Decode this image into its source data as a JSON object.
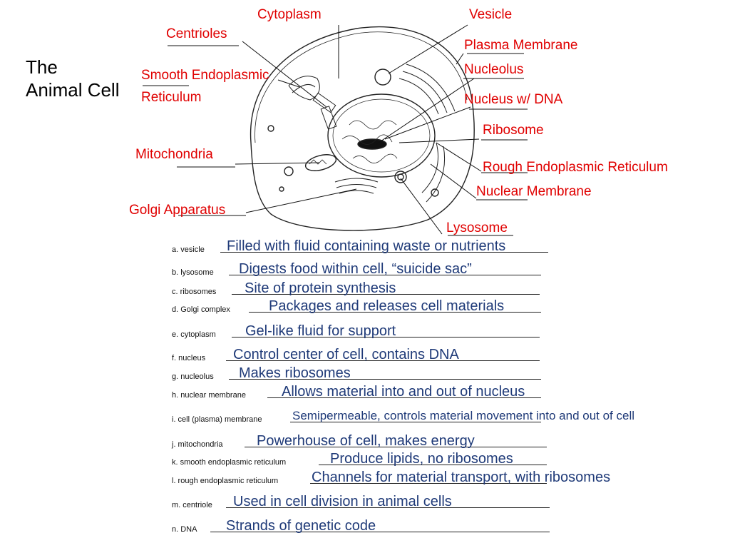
{
  "title_line1": "The",
  "title_line2": "Animal Cell",
  "labels": {
    "cytoplasm": "Cytoplasm",
    "vesicle": "Vesicle",
    "centrioles": "Centrioles",
    "plasma_membrane": "Plasma Membrane",
    "smooth_er_line1": "Smooth Endoplasmic",
    "smooth_er_line2": "Reticulum",
    "nucleolus": "Nucleolus",
    "nucleus": "Nucleus w/ DNA",
    "ribosome": "Ribosome",
    "mitochondria": "Mitochondria",
    "rough_er": "Rough Endoplasmic Reticulum",
    "nuclear_membrane": "Nuclear Membrane",
    "golgi": "Golgi Apparatus",
    "lysosome": "Lysosome"
  },
  "worksheet": [
    {
      "key": "a.  vesicle",
      "answer": "Filled with fluid containing waste or nutrients"
    },
    {
      "key": "b.  lysosome",
      "answer": "Digests food within cell, “suicide sac”"
    },
    {
      "key": "c.  ribosomes",
      "answer": "Site of protein synthesis"
    },
    {
      "key": "d.  Golgi complex",
      "answer": "Packages and releases cell materials"
    },
    {
      "key": "e.  cytoplasm",
      "answer": "Gel-like fluid for support"
    },
    {
      "key": "f.  nucleus",
      "answer": "Control center of cell, contains DNA"
    },
    {
      "key": "g.  nucleolus",
      "answer": "Makes ribosomes"
    },
    {
      "key": "h.  nuclear membrane",
      "answer": "Allows material into and out of nucleus"
    },
    {
      "key": "i.  cell (plasma) membrane",
      "answer": "Semipermeable, controls material movement into and out of cell"
    },
    {
      "key": "j.  mitochondria",
      "answer": "Powerhouse of cell, makes energy"
    },
    {
      "key": "k.  smooth endoplasmic reticulum",
      "answer": "Produce lipids, no ribosomes"
    },
    {
      "key": "l.  rough endoplasmic reticulum",
      "answer": "Channels for material transport, with ribosomes"
    },
    {
      "key": "m.  centriole",
      "answer": "Used in cell division in animal cells"
    },
    {
      "key": "n.  DNA",
      "answer": "Strands of genetic code"
    }
  ]
}
